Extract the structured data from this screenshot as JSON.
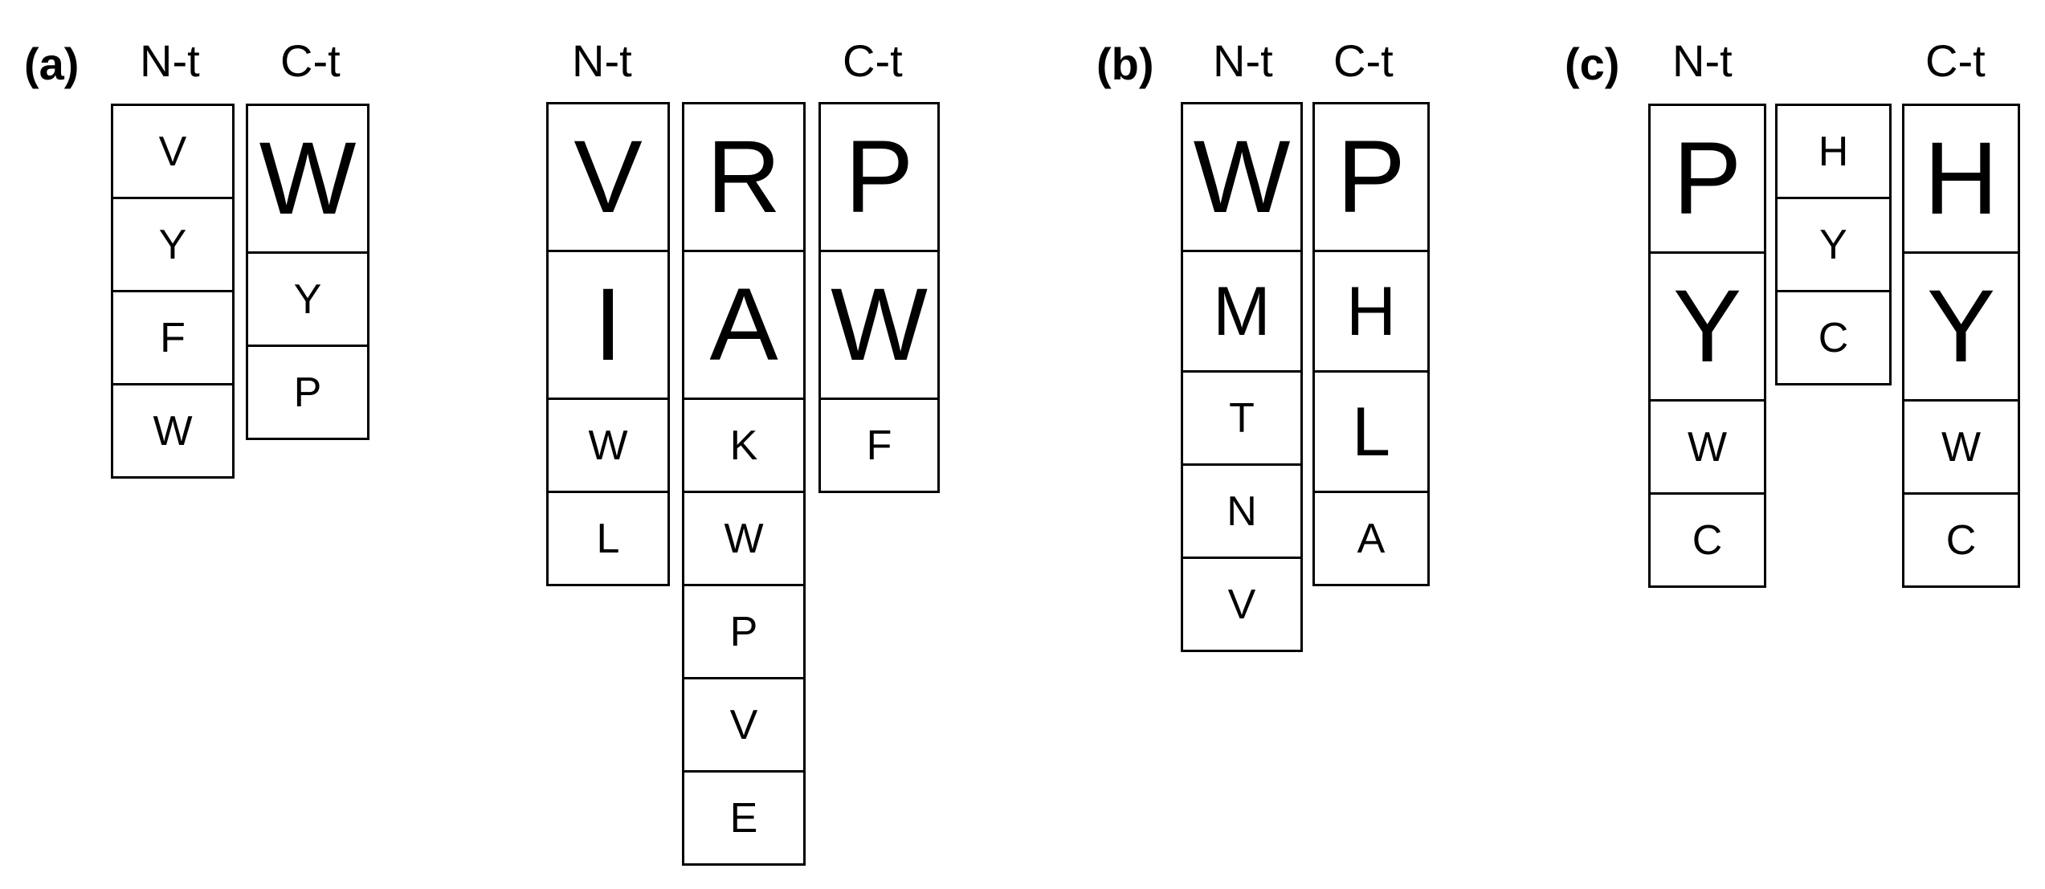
{
  "figure": {
    "panels": [
      {
        "label": "(a)",
        "terminals": [
          {
            "label": "N-t"
          },
          {
            "label": "C-t"
          },
          {
            "label": "N-t"
          },
          {
            "label": "C-t"
          }
        ],
        "groups": [
          {
            "columns": [
              {
                "residues": [
                  "V",
                  "Y",
                  "F",
                  "W"
                ],
                "sizes": [
                  "small",
                  "small",
                  "small",
                  "small"
                ]
              },
              {
                "residues": [
                  "W",
                  "Y",
                  "P"
                ],
                "sizes": [
                  "large",
                  "small",
                  "small"
                ]
              }
            ]
          },
          {
            "columns": [
              {
                "residues": [
                  "V",
                  "I",
                  "W",
                  "L"
                ],
                "sizes": [
                  "large",
                  "large",
                  "small",
                  "small"
                ]
              },
              {
                "residues": [
                  "R",
                  "A",
                  "K",
                  "W",
                  "P",
                  "V",
                  "E"
                ],
                "sizes": [
                  "large",
                  "large",
                  "small",
                  "small",
                  "small",
                  "small",
                  "small"
                ]
              },
              {
                "residues": [
                  "P",
                  "W",
                  "F"
                ],
                "sizes": [
                  "large",
                  "large",
                  "small"
                ]
              }
            ]
          }
        ]
      },
      {
        "label": "(b)",
        "terminals": [
          {
            "label": "N-t"
          },
          {
            "label": "C-t"
          }
        ],
        "groups": [
          {
            "columns": [
              {
                "residues": [
                  "W",
                  "M",
                  "T",
                  "N",
                  "V"
                ],
                "sizes": [
                  "large",
                  "medium",
                  "small",
                  "small",
                  "small"
                ]
              },
              {
                "residues": [
                  "P",
                  "H",
                  "L",
                  "A"
                ],
                "sizes": [
                  "large",
                  "medium",
                  "medium",
                  "small"
                ]
              }
            ]
          }
        ]
      },
      {
        "label": "(c)",
        "terminals": [
          {
            "label": "N-t"
          },
          {
            "label": "C-t"
          }
        ],
        "groups": [
          {
            "columns": [
              {
                "residues": [
                  "P",
                  "Y",
                  "W",
                  "C"
                ],
                "sizes": [
                  "large",
                  "large",
                  "small",
                  "small"
                ]
              },
              {
                "residues": [
                  "H",
                  "Y",
                  "C"
                ],
                "sizes": [
                  "small",
                  "small",
                  "small"
                ]
              },
              {
                "residues": [
                  "H",
                  "Y",
                  "W",
                  "C"
                ],
                "sizes": [
                  "large",
                  "large",
                  "small",
                  "small"
                ]
              }
            ]
          }
        ]
      }
    ]
  }
}
